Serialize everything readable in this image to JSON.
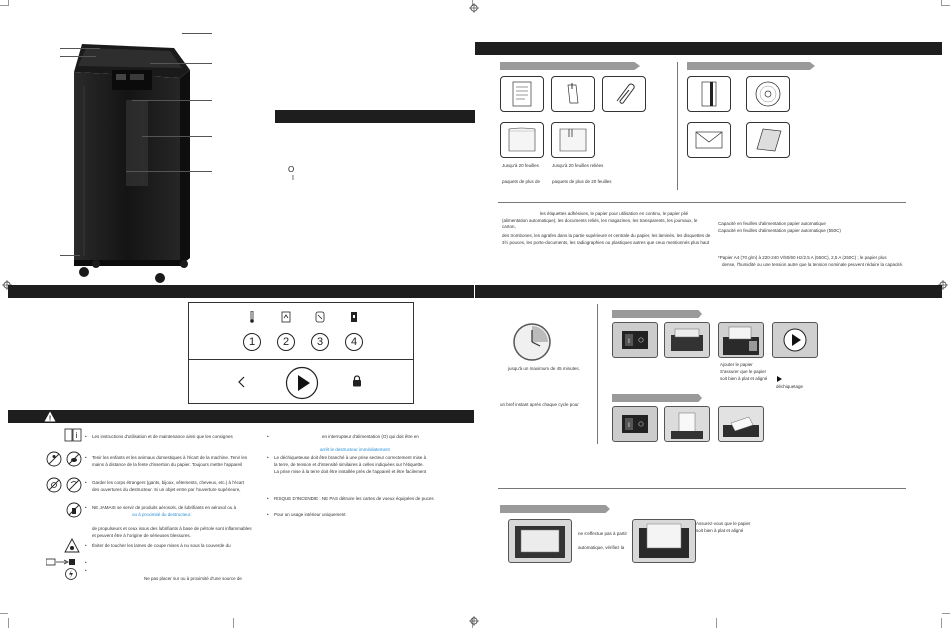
{
  "left_col": {
    "safety_icon_label": "!",
    "panel_numbers": [
      "1",
      "2",
      "3",
      "4"
    ],
    "panel_symbols": [
      "<",
      ">",
      "🔒"
    ],
    "power_on": "I",
    "power_off": "O",
    "safety": [
      "Les instructions d'utilisation et de maintenance ainsi que les consignes",
      "Tenir les enfants et les animaux domestiques à l'écart de la machine. Tenir les",
      "mains à distance de la fente d'insertion du papier. Toujours mettre l'appareil",
      "Garder les corps étrangers (gants, bijoux, vêtements, cheveux, etc.) à l'écart",
      "des ouvertures du destructeur. Si un objet entre par l'ouverture supérieure,",
      "NE JAMAIS se servir de produits aérosols, de lubrifiants en aérosol ou à",
      "ou à proximité du destructeur.",
      "de propulseurs et ceux issus des lubrifiants à base de pétrole sont inflammables",
      "et peuvent être à l'origine de sérieuses blessures.",
      "Éviter de toucher les lames de coupe mises à nu sous la couverde du",
      "Ne pas placer sur ou à proximité d'une source de"
    ],
    "safety_right": [
      "en interrupteur d'alimentation (O) qui doit être en",
      "arrêt le destructeur immédiatement",
      "Le déchiqueteuse doit être branché à une prise secteur correctement mise à",
      "la terre, de tension et d'intensité similaires à celles indiquées sur l'étiquette.",
      "La prise mise à la terre doit être installée près de l'appareil et être facilement",
      "RISQUE D'INCENDIE : NE PAS détruire les cartes de voeux équipées de puces",
      "Pour un usage intérieur uniquement"
    ]
  },
  "right_col": {
    "paper_captions": [
      "Jusqu'à 20 feuilles",
      "Jusqu'à 20 feuilles reliées",
      "paquets de plus de",
      "paquets de plus de 20 feuilles"
    ],
    "notes_left": [
      "les étiquettes adhésives, le papier pour utilisation en continu, le papier plié",
      "(alimentation automatique), les documents reliés, les magazines, les transparents, les journaux, le carton,",
      "des trombones, les agrafes dans la partie supérieure et centrale du papier, les laminés, les disquettes de",
      "3½ pouces, les porte-documents, les radiographies ou plastiques autres que ceux mentionnés plus haut"
    ],
    "notes_right": [
      "Capacité en feuilles d'alimentation papier automatique",
      "Capacité en feuilles d'alimentation papier automatique (550C)",
      "*Papier A4 (70 g/m) à 220-240 V/50/60 Hz/2,5 A (550C), 2,5 A (250C) ; le papier plus",
      "dense, l'humidité ou une tension autre que la tension nominale peuvent réduire la capacité."
    ],
    "op_texts": [
      "jusqu'à un maximum de 45 minutes.",
      "un bref instant après chaque cycle pour",
      "Ajouter le papier",
      "S'assurer que le papier",
      "soit bien à plat et aligné",
      "déchiquetage"
    ],
    "trouble_texts": [
      "ne s'effectue pas à partir",
      "automatique, vérifiez la",
      "Assurez-vous que le papier",
      "soit bien à plat et aligné"
    ]
  }
}
